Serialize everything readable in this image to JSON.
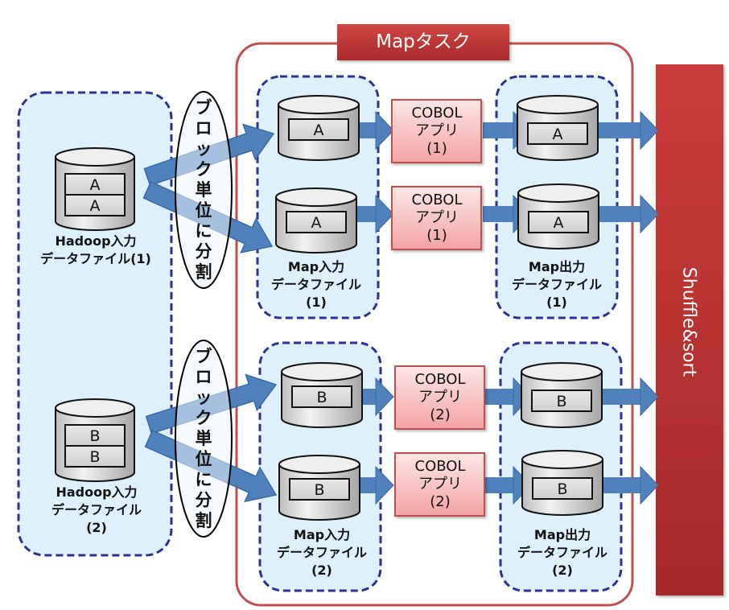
{
  "colors": {
    "map_task_border": "#c0504d",
    "map_task_title_bg": "#c0393b",
    "group_fill": "#dff0fd",
    "group_border": "#2e3192",
    "arrow_fill": "#4f81bd",
    "arrow_stroke": "#3a6aa5",
    "app_fill_top": "#fde3e3",
    "app_fill_bottom": "#f4a7a7",
    "app_border": "#c0504d",
    "shuffle_bg": "#c0393b",
    "cylinder_fill": "#d9d9d9"
  },
  "map_task": {
    "title": "Mapタスク"
  },
  "shuffle": {
    "label": "Shuffle&sort"
  },
  "split_labels": [
    {
      "chars": [
        "ブ",
        "ロ",
        "ッ",
        "ク",
        "単",
        "位",
        "に",
        "分",
        "割"
      ]
    },
    {
      "chars": [
        "ブ",
        "ロ",
        "ッ",
        "ク",
        "単",
        "位",
        "に",
        "分",
        "割"
      ]
    }
  ],
  "hadoop_inputs": [
    {
      "blocks": [
        "A",
        "A"
      ],
      "label_lines": [
        "Hadoop入力",
        "データファイル(1)"
      ]
    },
    {
      "blocks": [
        "B",
        "B"
      ],
      "label_lines": [
        "Hadoop入力",
        "データファイル",
        "(2)"
      ]
    }
  ],
  "map_inputs": [
    {
      "files": [
        "A",
        "A"
      ],
      "label_lines": [
        "Map入力",
        "データファイル",
        "(1)"
      ]
    },
    {
      "files": [
        "B",
        "B"
      ],
      "label_lines": [
        "Map入力",
        "データファイル",
        "(2)"
      ]
    }
  ],
  "cobol_apps": [
    {
      "lines": [
        "COBOL",
        "アプリ",
        "(1)"
      ]
    },
    {
      "lines": [
        "COBOL",
        "アプリ",
        "(1)"
      ]
    },
    {
      "lines": [
        "COBOL",
        "アプリ",
        "(2)"
      ]
    },
    {
      "lines": [
        "COBOL",
        "アプリ",
        "(2)"
      ]
    }
  ],
  "map_outputs": [
    {
      "files": [
        "A",
        "A"
      ],
      "label_lines": [
        "Map出力",
        "データファイル",
        "(1)"
      ]
    },
    {
      "files": [
        "B",
        "B"
      ],
      "label_lines": [
        "Map出力",
        "データファイル",
        "(2)"
      ]
    }
  ]
}
